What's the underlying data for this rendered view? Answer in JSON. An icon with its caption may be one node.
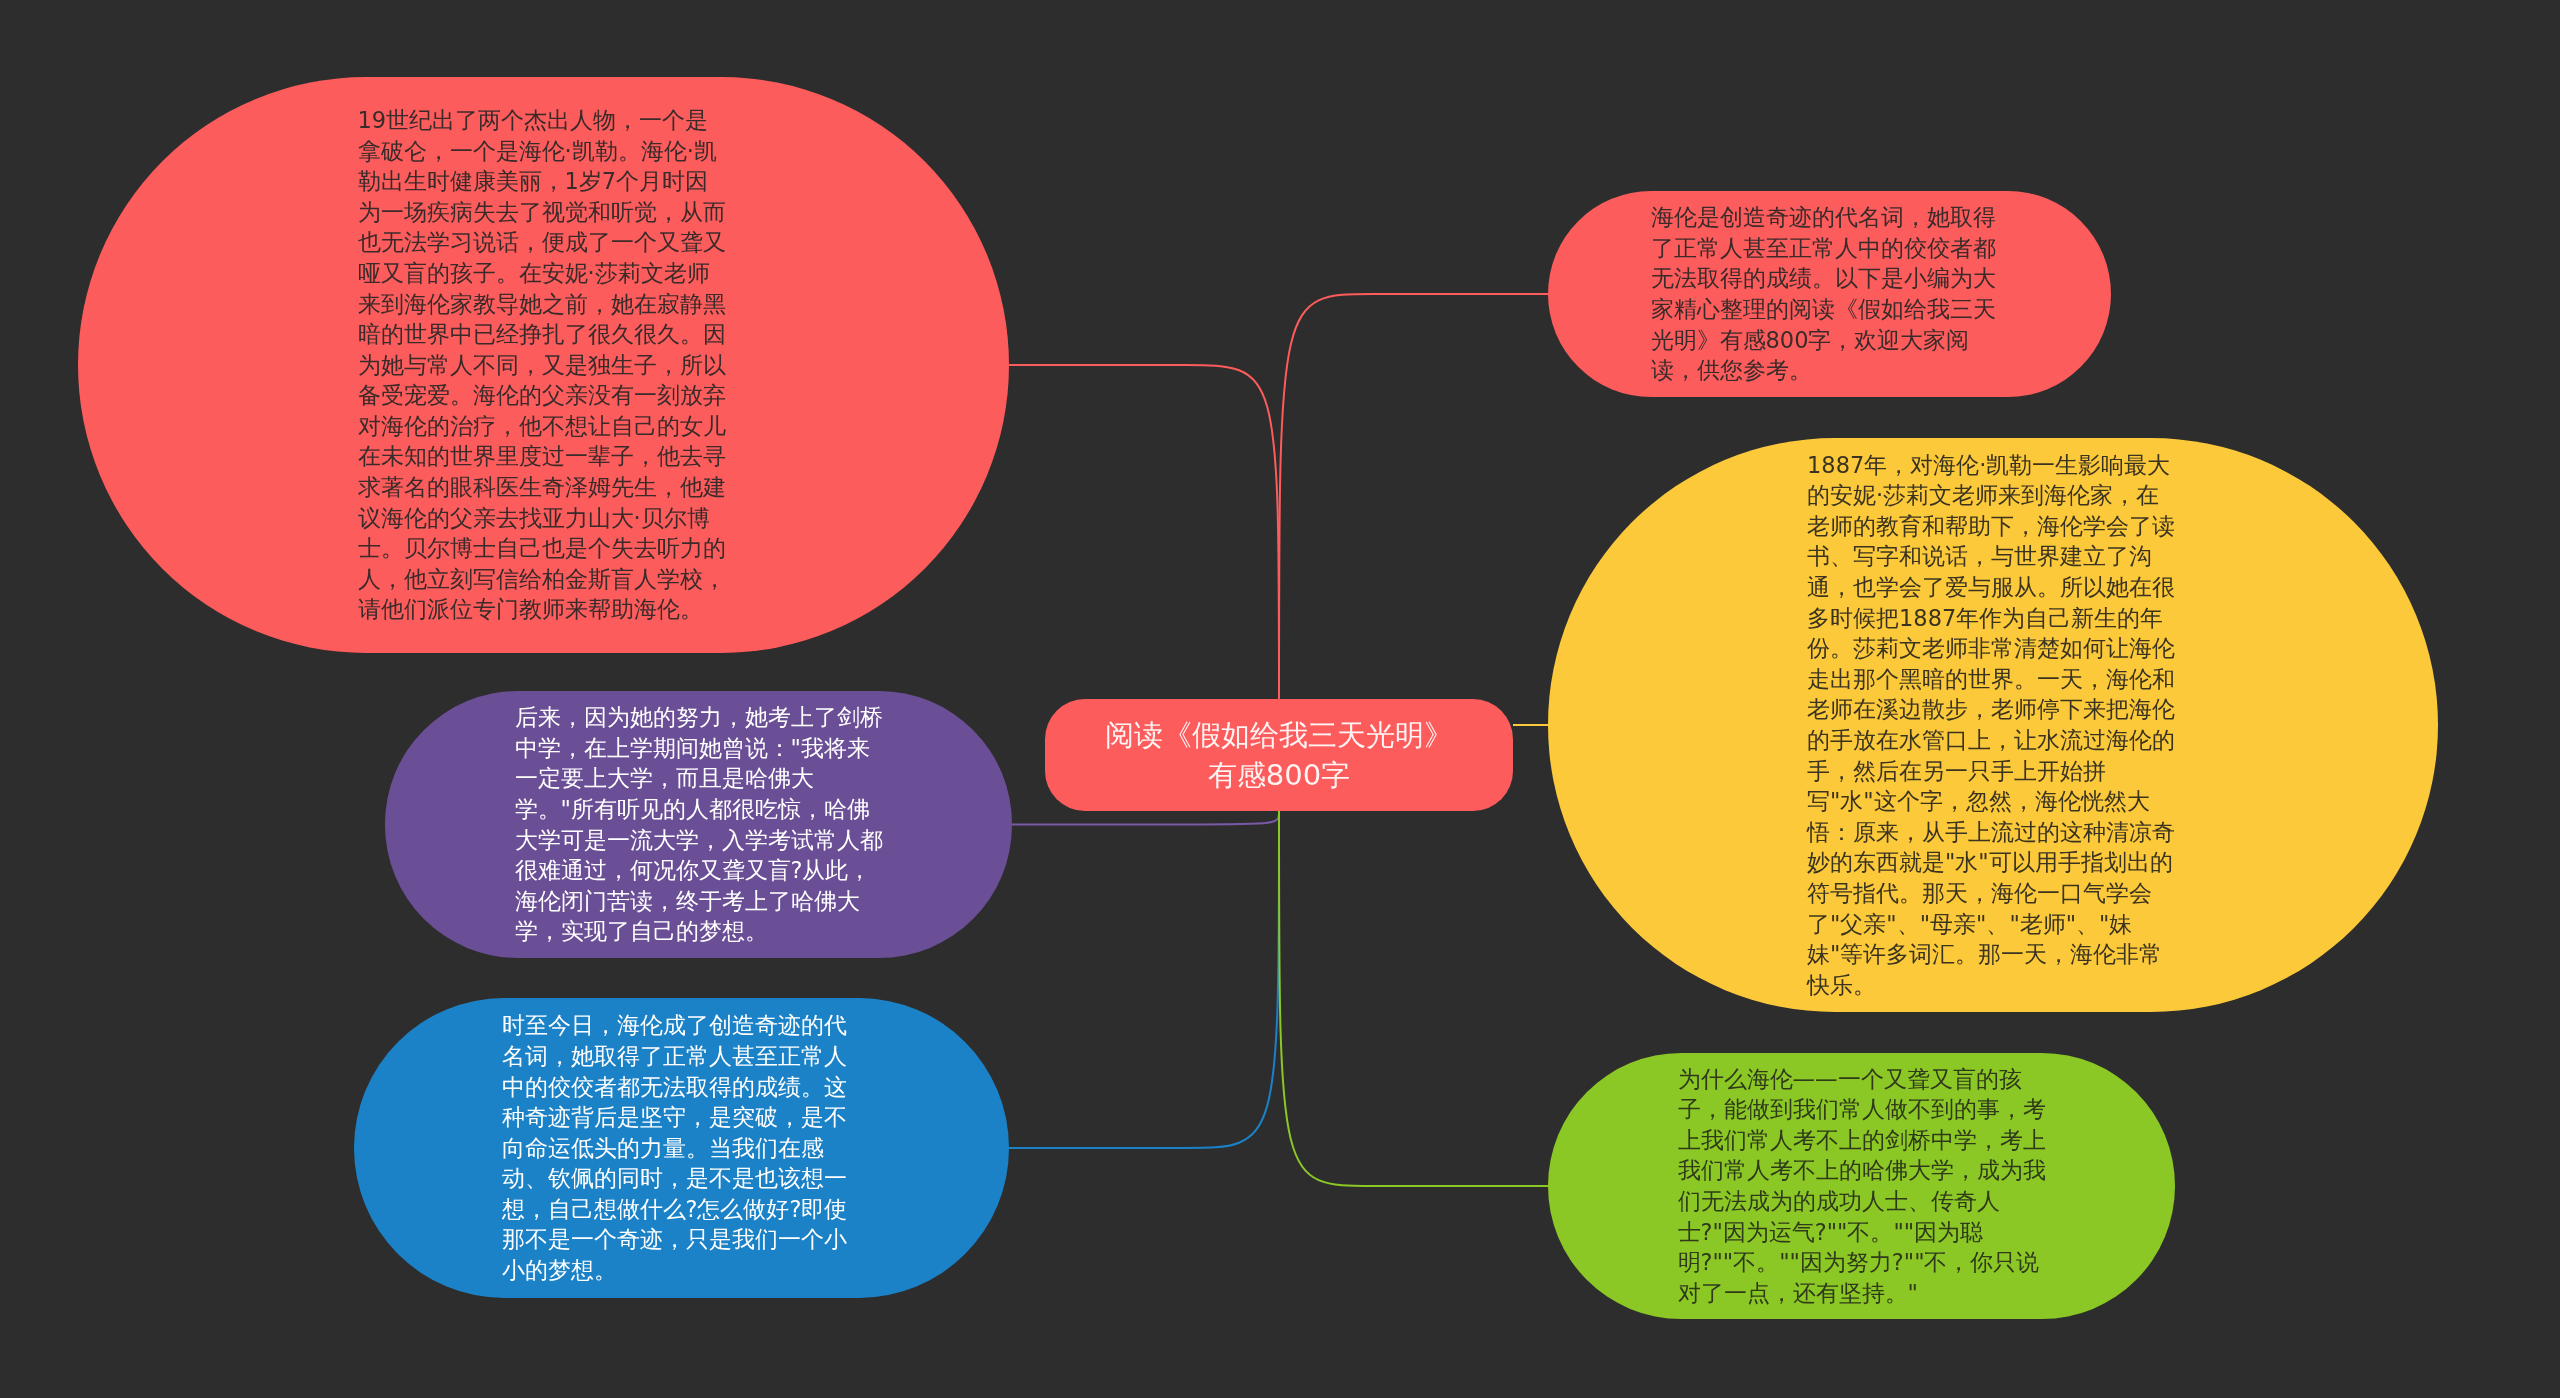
{
  "diagram": {
    "nodes": [
      {
        "text": [
          "阅读《假如给我三天光明》有感800字"
        ]
      },
      {
        "text": [
          "19世纪出了两个杰出人物，一个是拿破仑，一个是海伦·凯勒。海伦·凯勒出生时健康美丽，1岁7个月时因为一场疾病失去了视觉和听觉，从而也无法学习说话，便成了一个又聋又哑又盲的孩子。在安妮·莎莉文老师来到海伦家教导她之前，她在寂静黑暗的世界中已经挣扎了很久很久。因为她与常人不同，又是独生子，所以备受宠爱。海伦的父亲没有一刻放弃对海伦的治疗，他不想让自己的女儿在未知的世界里度过一辈子，他去寻求著名的眼科医生奇泽姆先生，他建议海伦的父亲去找亚力山大·贝尔博士。贝尔博士自己也是个失去听力的人，他立刻写信给柏金斯盲人学校，请他们派位专门教师来帮助海伦。"
        ]
      },
      {
        "text": [
          "海伦是创造奇迹的代名词，她取得了正常人甚至正常人中的佼佼者都无法取得的成绩。以下是小编为大家精心整理的阅读《假如给我三天光明》有感800字，欢迎大家阅读，供您参考。"
        ]
      },
      {
        "text": [
          "1887年，对海伦·凯勒一生影响最大的安妮·莎莉文老师来到海伦家，在老师的教育和帮助下，海伦学会了读书、写字和说话，与世界建立了沟通，也学会了爱与服从。所以她在很多时候把1887年作为自己新生的年份。莎莉文老师非常清楚如何让海伦走出那个黑暗的世界。一天，海伦和老师在溪边散步，老师停下来把海伦的手放在水管口上，让水流过海伦的手，然后在另一只手上开始拼写\"水\"这个字，忽然，海伦恍然大悟：原来，从手上流过的这种清凉奇妙的东西就是\"水\"可以用手指划出的符号指代。那天，海伦一口气学会了\"父亲\"、\"母亲\"、\"老师\"、\"妹妹\"等许多词汇。那一天，海伦非常快乐。"
        ]
      },
      {
        "text": [
          "后来，因为她的努力，她考上了剑桥中学，在上学期间她曾说：\"我将来一定要上大学，而且是哈佛大学。\"所有听见的人都很吃惊，哈佛大学可是一流大学，入学考试常人都很难通过，何况你又聋又盲?从此，海伦闭门苦读，终于考上了哈佛大学，实现了自己的梦想。"
        ]
      },
      {
        "text": [
          "时至今日，海伦成了创造奇迹的代名词，她取得了正常人甚至正常人中的佼佼者都无法取得的成绩。这种奇迹背后是坚守，是突破，是不向命运低头的力量。当我们在感动、钦佩的同时，是不是也该想一想，自己想做什么?怎么做好?即使那不是一个奇迹，只是我们一个小小的梦想。"
        ]
      },
      {
        "text": [
          "为什么海伦——一个又聋又盲的孩子，能做到我们常人做不到的事，考上我们常人考不上的剑桥中学，考上我们常人考不上的哈佛大学，成为我们无法成为的成功人士、传奇人士?\"因为运气?\"\"不。\"\"因为聪明?\"\"不。\"\"因为努力?\"\"不，你只说对了一点，还有坚持。\""
        ]
      }
    ],
    "edges": [
      {
        "from": 0,
        "to": 1,
        "arrow": "none",
        "color": "#fc5c5c"
      },
      {
        "from": 0,
        "to": 2,
        "arrow": "none",
        "color": "#fc5c5c"
      },
      {
        "from": 0,
        "to": 3,
        "arrow": "none",
        "color": "#fcc93a"
      },
      {
        "from": 0,
        "to": 4,
        "arrow": "none",
        "color": "#7a5aa8"
      },
      {
        "from": 0,
        "to": 5,
        "arrow": "none",
        "color": "#1b82c8"
      },
      {
        "from": 0,
        "to": 6,
        "arrow": "none",
        "color": "#8cc825"
      }
    ]
  }
}
